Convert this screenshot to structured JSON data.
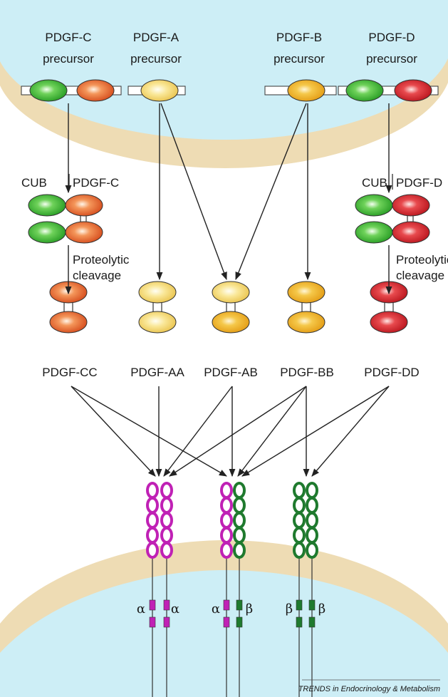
{
  "colors": {
    "membrane": "#eedcb4",
    "cell": "#cdeef6",
    "background": "#ffffff",
    "pdgf_c": "#e8652a",
    "pdgf_a": "#f6df78",
    "pdgf_b": "#f1b729",
    "pdgf_d": "#d9222a",
    "cub": "#37b235",
    "receptor_alpha": "#c021b5",
    "receptor_beta": "#1f7a2e"
  },
  "precursors": [
    {
      "id": "c",
      "name": "PDGF-C",
      "sub": "precursor"
    },
    {
      "id": "a",
      "name": "PDGF-A",
      "sub": "precursor"
    },
    {
      "id": "b",
      "name": "PDGF-B",
      "sub": "precursor"
    },
    {
      "id": "d",
      "name": "PDGF-D",
      "sub": "precursor"
    }
  ],
  "intermediates": {
    "left": {
      "domain_label": "CUB",
      "factor_label": "PDGF-C",
      "step1": "Proteolytic",
      "step2": "cleavage"
    },
    "right": {
      "domain_label": "CUB",
      "factor_label": "PDGF-D",
      "step1": "Proteolytic",
      "step2": "cleavage"
    }
  },
  "dimers": [
    "PDGF-CC",
    "PDGF-AA",
    "PDGF-AB",
    "PDGF-BB",
    "PDGF-DD"
  ],
  "receptors": [
    {
      "left": "α",
      "right": "α"
    },
    {
      "left": "α",
      "right": "β"
    },
    {
      "left": "β",
      "right": "β"
    }
  ],
  "credit": "TRENDS in Endocrinology & Metabolism"
}
